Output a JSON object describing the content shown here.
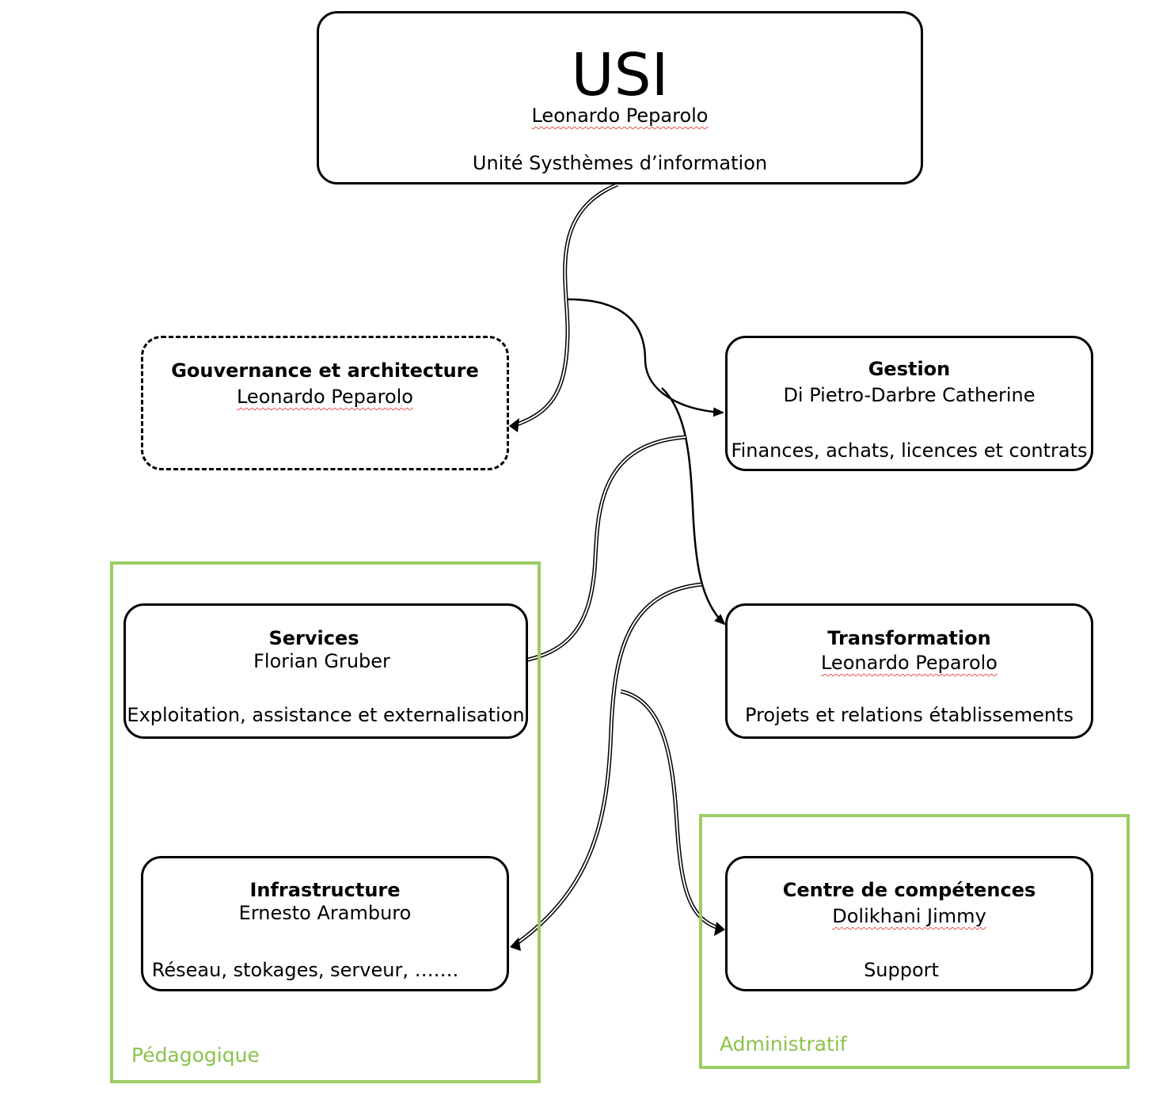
{
  "top": {
    "title": "USI",
    "person": "Leonardo Peparolo",
    "description": "Unité Systhèmes d’information"
  },
  "units": {
    "gouvernance": {
      "title": "Gouvernance et architecture",
      "person": "Leonardo Peparolo"
    },
    "gestion": {
      "title": "Gestion",
      "person": "Di Pietro-Darbre Catherine",
      "description": "Finances, achats, licences et contrats"
    },
    "services": {
      "title": "Services",
      "person": "Florian Gruber",
      "description": "Exploitation, assistance et externalisation"
    },
    "transformation": {
      "title": "Transformation",
      "person": "Leonardo Peparolo",
      "description": "Projets et relations établissements"
    },
    "infrastructure": {
      "title": "Infrastructure",
      "person": "Ernesto Aramburo",
      "description": "Réseau, stokages, serveur, ……."
    },
    "centre": {
      "title": "Centre de compétences",
      "person": "Dolikhani Jimmy",
      "description": "Support"
    }
  },
  "groups": {
    "pedagogique": "Pédagogique",
    "administratif": "Administratif"
  },
  "colors": {
    "group_border": "#9ccc65",
    "group_label": "#8bc34a",
    "spellcheck": "#e0524b"
  }
}
